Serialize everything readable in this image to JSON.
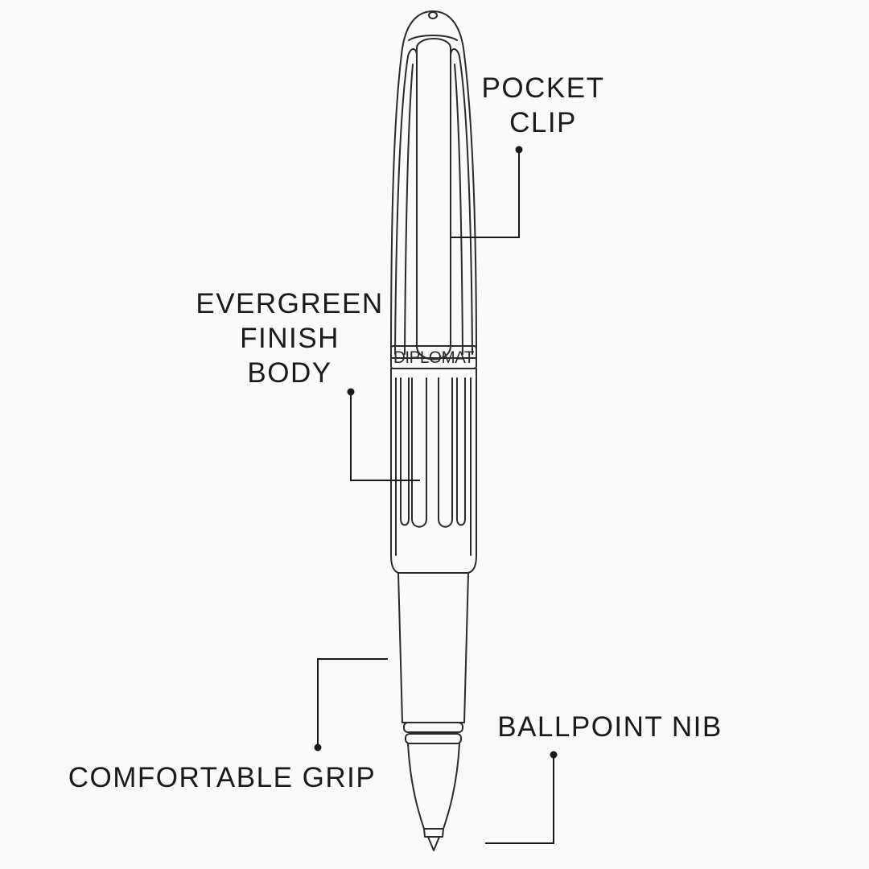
{
  "colors": {
    "background": "#fafafa",
    "outline": "#2a2a2a",
    "text": "#1a1a1a"
  },
  "pen": {
    "brand": "DIPLOMAT"
  },
  "callouts": {
    "pocket_clip": {
      "line1": "POCKET",
      "line2": "CLIP"
    },
    "body": {
      "line1": "EVERGREEN",
      "line2": "FINISH",
      "line3": "BODY"
    },
    "grip": {
      "label": "COMFORTABLE GRIP"
    },
    "nib": {
      "label": "BALLPOINT NIB"
    }
  }
}
